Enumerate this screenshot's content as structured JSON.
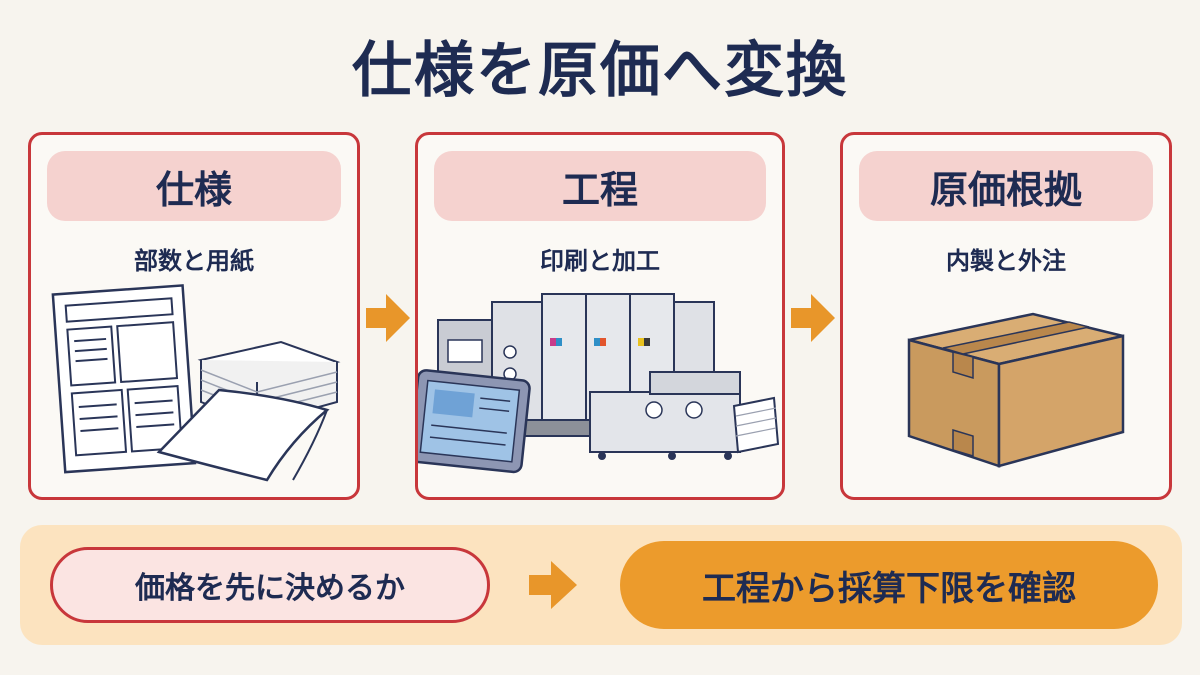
{
  "title": "仕様を原価へ変換",
  "steps": [
    {
      "label": "仕様",
      "sub": "部数と用紙",
      "illustration": "paper-documents"
    },
    {
      "label": "工程",
      "sub": "印刷と加工",
      "illustration": "printing-press"
    },
    {
      "label": "原価根拠",
      "sub": "内製と外注",
      "illustration": "cardboard-box"
    }
  ],
  "bottom": {
    "left": "価格を先に決めるか",
    "right": "工程から採算下限を確認"
  },
  "colors": {
    "title": "#1e2b52",
    "panel_border": "#c8373b",
    "pill": "#f5d2cf",
    "arrow": "#e8962a",
    "bottom_band": "#fce3bf",
    "bottom_right": "#ec9b2c"
  }
}
